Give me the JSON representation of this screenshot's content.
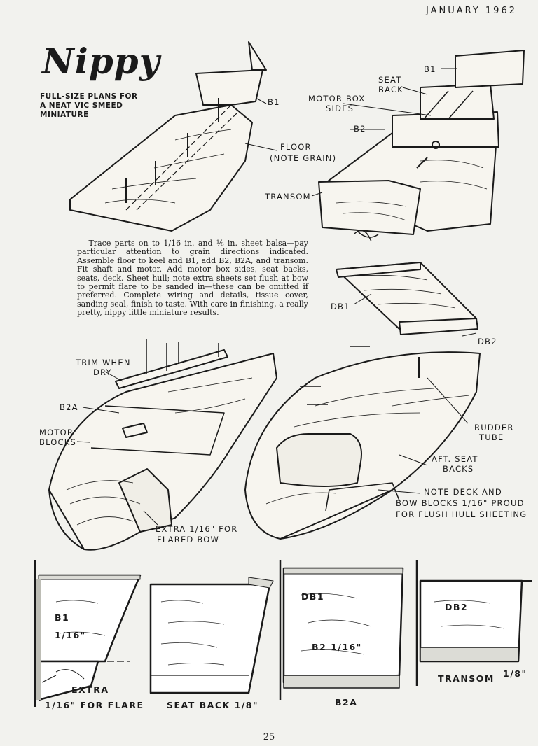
{
  "header": {
    "date": "JANUARY 1962"
  },
  "article": {
    "title": "Nippy",
    "subtitle": "FULL-SIZE PLANS FOR A NEAT VIC SMEED MINIATURE",
    "instructions": "Trace parts on to 1/16 in. and ⅛ in. sheet balsa—pay particular attention to grain directions indicated. Assemble floor to keel and B1, add B2, B2A, and transom. Fit shaft and motor. Add motor box sides, seat backs, seats, deck. Sheet hull; note extra sheets set flush at bow to permit flare to be sanded in—these can be omitted if preferred. Complete wiring and details, tissue cover, sanding seal, finish to taste. With care in finishing, a really pretty, nippy little miniature results."
  },
  "diagram_labels": {
    "b1_top": "B1",
    "floor": "FLOOR",
    "note_grain": "(NOTE GRAIN)",
    "b1_right": "B1",
    "seat_back": "SEAT",
    "seat_back_2": "BACK",
    "motor_box": "MOTOR BOX",
    "motor_box_2": "SIDES",
    "b2": "B2",
    "transom": "TRANSOM",
    "db1": "DB1",
    "db2": "DB2",
    "trim_when": "TRIM WHEN",
    "trim_dry": "DRY",
    "b2a": "B2A",
    "motor_blocks": "MOTOR",
    "motor_blocks_2": "BLOCKS",
    "extra_bow": "EXTRA 1/16\" FOR",
    "extra_bow_2": "FLARED BOW",
    "rudder_tube": "RUDDER",
    "rudder_tube_2": "TUBE",
    "aft_seat": "AFT. SEAT",
    "aft_seat_2": "BACKS",
    "note_deck": "NOTE DECK AND",
    "note_deck_2": "BOW BLOCKS 1/16\" PROUD",
    "note_deck_3": "FOR FLUSH HULL SHEETING"
  },
  "part_labels": {
    "b1": "B1",
    "b1_thickness": "1/16\"",
    "extra": "EXTRA",
    "extra_flare": "1/16\" FOR FLARE",
    "seat_back": "SEAT BACK 1/8\"",
    "db1": "DB1",
    "b2": "B2 1/16\"",
    "b2a": "B2A",
    "db2": "DB2",
    "transom": "TRANSOM",
    "transom_thickness": "1/8\""
  },
  "footer": {
    "page_number": "25"
  }
}
